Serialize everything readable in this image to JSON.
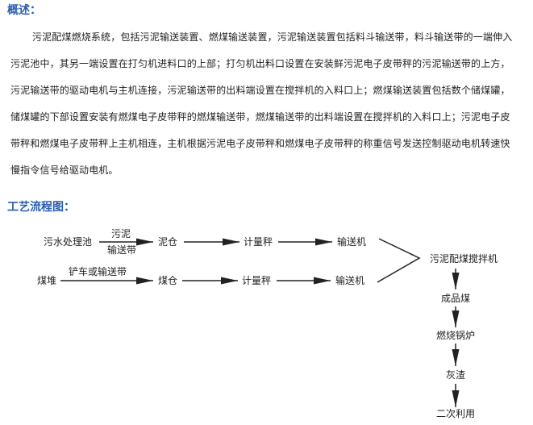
{
  "overview": {
    "title": "概述：",
    "lines": [
      "污泥配煤燃烧系统，包括污泥输送装置、燃煤输送装置，污泥输送装置包括料斗输送带，料斗输送带的一端伸入",
      "污泥池中，其另一端设置在打匀机进料口的上部；打匀机出料口设置在安装鲜污泥电子皮带秤的污泥输送带的上方，",
      "污泥输送带的驱动电机与主机连接，污泥输送带的出料端设置在搅拌机的入料口上；燃煤输送装置包括数个储煤罐，",
      "储煤罐的下部设置安装有燃煤电子皮带秤的燃煤输送带，燃煤输送带的出料端设置在搅拌机的入料口上；污泥电子皮",
      "带秤和燃煤电子皮带秤上主机相连，主机根据污泥电子皮带秤和燃煤电子皮带秤的称重信号发送控制驱动电机转速快",
      "慢指令信号给驱动电机。"
    ]
  },
  "flow": {
    "title": "工艺流程图：",
    "row1": {
      "source": "污水处理池",
      "conveyor_top": "污泥",
      "conveyor_bottom": "输送带",
      "bin": "泥仓",
      "scale": "计量秤",
      "conveyor": "输送机"
    },
    "row2": {
      "source": "煤堆",
      "conveyor_top": "铲车或输送带",
      "bin": "煤仓",
      "scale": "计量秤",
      "conveyor": "输送机"
    },
    "mixer": "污泥配煤搅拌机",
    "chain": [
      "成品煤",
      "燃烧锅炉",
      "灰渣",
      "二次利用"
    ]
  }
}
